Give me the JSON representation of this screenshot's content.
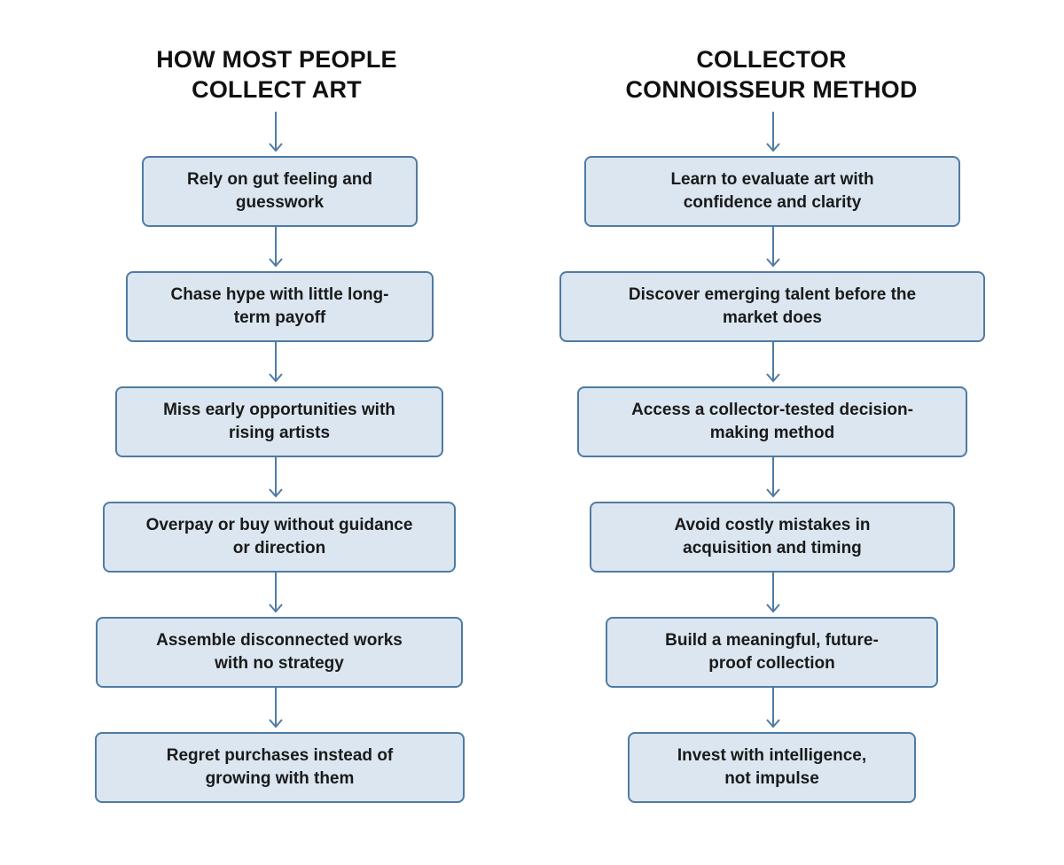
{
  "left": {
    "title": [
      "HOW MOST PEOPLE",
      "COLLECT ART"
    ],
    "steps": [
      "Rely on gut feeling and\nguesswork",
      "Chase hype with little long-\nterm payoff",
      "Miss early opportunities with\nrising artists",
      "Overpay or buy without guidance\nor direction",
      "Assemble disconnected works\nwith no strategy",
      "Regret purchases instead of\ngrowing with them"
    ]
  },
  "right": {
    "title": [
      "COLLECTOR",
      "CONNOISSEUR METHOD"
    ],
    "steps": [
      "Learn to evaluate art with\nconfidence and clarity",
      "Discover emerging talent before the\nmarket does",
      "Access a collector-tested decision-\nmaking method",
      "Avoid costly mistakes in\nacquisition and timing",
      "Build a meaningful, future-\nproof collection",
      "Invest with intelligence,\nnot impulse"
    ]
  },
  "colors": {
    "box_fill": "#dbe6f0",
    "box_border": "#4f7ba3",
    "arrow": "#4f7ba3",
    "text": "#1a1a1a"
  }
}
